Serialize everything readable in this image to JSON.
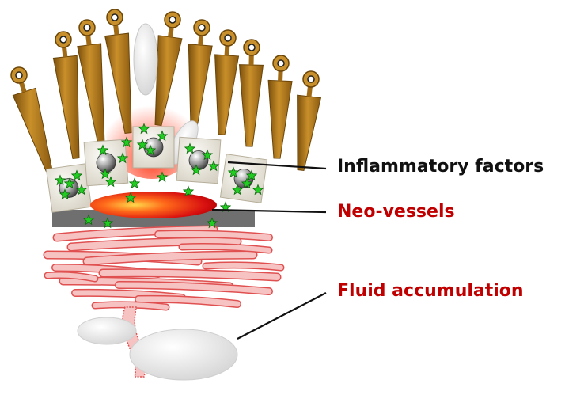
{
  "labels": {
    "inflammatory": "Inflammatory factors",
    "neovessels": "Neo-vessels",
    "fluid": "Fluid accumulation"
  },
  "colors": {
    "inflammatory": "#111111",
    "neovessels": "#c00000",
    "fluid": "#c00000",
    "photoreceptor": "#b07818",
    "photoreceptor_dark": "#6b4508",
    "rpe_cell": "#ebe7dc",
    "membrane": "#6f6f6f",
    "vessel": "#e8201a",
    "fiber_fill": "#f6c2c2",
    "fiber_stroke": "#e05050",
    "star": "#22cc22",
    "fluid_blob": "#e6e6e6"
  },
  "icons": [
    "inflammatory-star-icon",
    "macrophage-sphere-icon",
    "photoreceptor-disc-icon"
  ]
}
